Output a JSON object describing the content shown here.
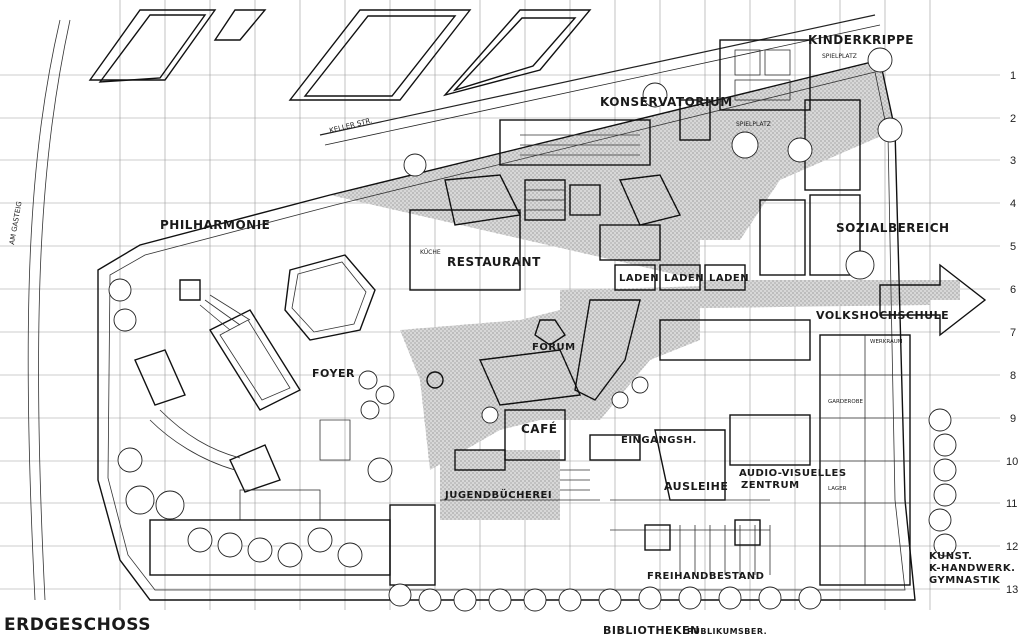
{
  "title": "ERDGESCHOSS",
  "footer": {
    "left": "BIBLIOTHEKEN",
    "right": "PUBLIKUMSBER."
  },
  "street": "KELLER STR.",
  "side_street": "AM GASTEIG",
  "rooms": {
    "kinderkrippe": "KINDERKRIPPE",
    "konservatorium": "KONSERVATORIUM",
    "philharmonie": "PHILHARMONIE",
    "restaurant": "RESTAURANT",
    "laden": "LADEN",
    "sozialbereich": "SOZIALBEREICH",
    "volkshochschule": "VOLKSHOCHSCHULE",
    "foyer": "FOYER",
    "forum": "FORUM",
    "cafe": "CAFÉ",
    "eingangsh": "EINGANGSH.",
    "jugendbuecherei": "JUGENDBÜCHEREI",
    "ausleihe": "AUSLEIHE",
    "audio_line1": "AUDIO-VISUELLES",
    "audio_line2": "ZENTRUM",
    "freihandbestand": "FREIHANDBESTAND",
    "kunst_line1": "KUNST.",
    "kunst_line2": "K-HANDWERK.",
    "kunst_line3": "GYMNASTIK"
  },
  "grid_numbers": [
    "1",
    "2",
    "3",
    "4",
    "5",
    "6",
    "7",
    "8",
    "9",
    "10",
    "11",
    "12",
    "13"
  ],
  "small_labels": {
    "spielplatz": "SPIELPLATZ",
    "kueche": "KÜCHE",
    "garderobe": "GARDEROBE",
    "werkraum": "WERKRAUM",
    "lager": "LAGER"
  }
}
